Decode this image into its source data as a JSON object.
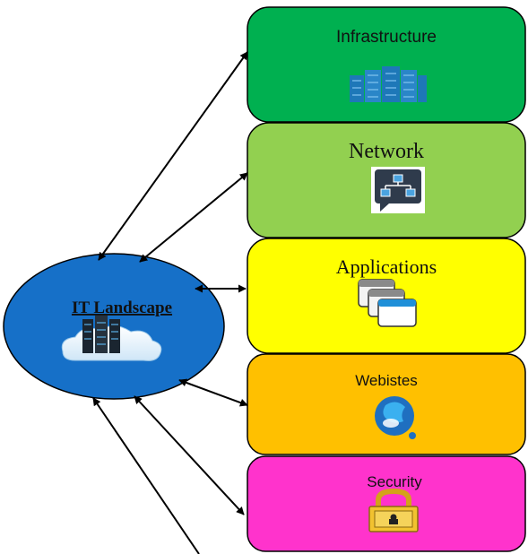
{
  "hub": {
    "title": "IT Landscape",
    "fill": "#1670C8",
    "icon": "server-cloud-icon"
  },
  "boxes": [
    {
      "id": "infrastructure",
      "label": "Infrastructure",
      "color": "#00B050",
      "icon": "server-rack-icon"
    },
    {
      "id": "network",
      "label": "Network",
      "color": "#92D050",
      "icon": "network-icon"
    },
    {
      "id": "applications",
      "label": "Applications",
      "color": "#FFFF00",
      "icon": "windows-stack-icon"
    },
    {
      "id": "websites",
      "label": "Webistes",
      "color": "#FFC000",
      "icon": "globe-www-icon"
    },
    {
      "id": "security",
      "label": "Security",
      "color": "#FF33CC",
      "icon": "padlock-icon"
    }
  ],
  "connector_color": "#000000"
}
